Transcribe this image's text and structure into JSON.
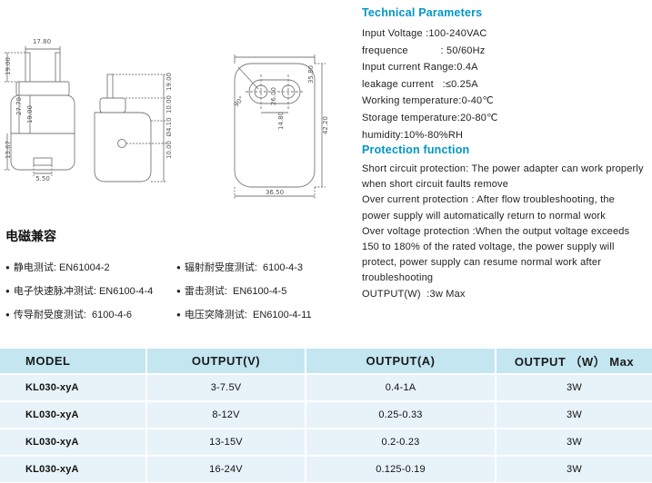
{
  "technical_parameters": {
    "title": "Technical Parameters",
    "lines": [
      "Input Voltage :100-240VAC",
      "frequence           : 50/60Hz",
      "Input current Range:0.4A",
      "leakage current   :≤0.25A",
      "Working temperature:0-40℃",
      "Storage temperature:20-80℃",
      "humidity:10%-80%RH"
    ]
  },
  "protection_function": {
    "title": "Protection function",
    "lines": [
      "Short circuit protection: The power adapter can work properly",
      "when short circuit faults remove",
      "Over current protection : After flow troubleshooting, the",
      "power supply will automatically return to normal work",
      "Over voltage protection :When the output voltage exceeds",
      "150 to 180% of the rated voltage, the power supply will",
      "protect, power supply can resume normal work after",
      "troubleshooting",
      "OUTPUT(W)  :3w Max"
    ]
  },
  "emc": {
    "title": "电磁兼容",
    "bullet": "●",
    "items": [
      "静电测试: EN61004-2",
      "辐射耐受度测试:  6100-4-3",
      "电子快速脉冲测试: EN6100-4-4",
      "雷击测试:  EN6100-4-5",
      "传导耐受度测试:  6100-4-6",
      "电压突降测试:  EN6100-4-11"
    ]
  },
  "drawings": {
    "front_view": {
      "dim_top_width": "17.80",
      "dim_prong_length": "19.00",
      "dim_upper_height": "27.70",
      "dim_body_height": "19.00",
      "dim_lower_height": "13.67",
      "dim_bottom": "5.50"
    },
    "side_view": {
      "dim_1": "19.00",
      "dim_2": "10.00",
      "dim_3": "Ø4.10",
      "dim_4": "10.00"
    },
    "face_view": {
      "dim_width_top": "35.80",
      "dim_hole_pitch": "26.00",
      "dim_hole": "14.80",
      "dim_angle": "90°",
      "dim_height": "42.20",
      "dim_width_bottom": "36.50"
    }
  },
  "table": {
    "headers": [
      "MODEL",
      "OUTPUT(V)",
      "OUTPUT(A)",
      "OUTPUT （W） Max"
    ],
    "rows": [
      [
        "KL030-xyA",
        "3-7.5V",
        "0.4-1A",
        "3W"
      ],
      [
        "KL030-xyA",
        "8-12V",
        "0.25-0.33",
        "3W"
      ],
      [
        "KL030-xyA",
        "13-15V",
        "0.2-0.23",
        "3W"
      ],
      [
        "KL030-xyA",
        "16-24V",
        "0.125-0.19",
        "3W"
      ]
    ]
  },
  "colors": {
    "heading": "#0095c8",
    "table_header_bg": "#c3e6f1",
    "table_row_bg": "#e7f3f9"
  }
}
